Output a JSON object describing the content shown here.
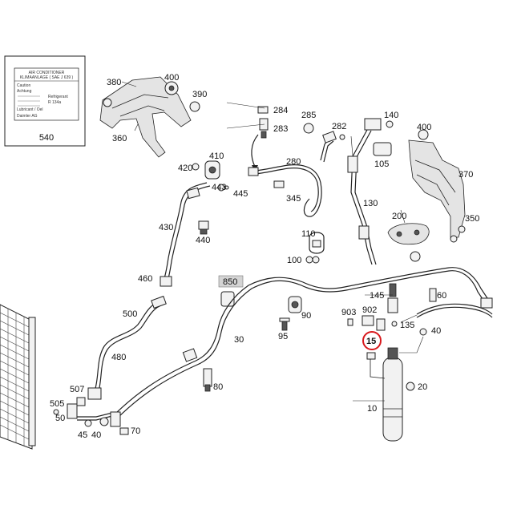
{
  "labels": {
    "p380": "380",
    "p400a": "400",
    "p390": "390",
    "p360": "360",
    "p540": "540",
    "p284": "284",
    "p283": "283",
    "p285": "285",
    "p282": "282",
    "p140": "140",
    "p105": "105",
    "p400b": "400",
    "p370": "370",
    "p280": "280",
    "p410": "410",
    "p420": "420",
    "p443": "443",
    "p445": "445",
    "p345": "345",
    "p430": "430",
    "p440": "440",
    "p130": "130",
    "p200": "200",
    "p350": "350",
    "p110": "110",
    "p100": "100",
    "p850": "850",
    "p460": "460",
    "p145": "145",
    "p60": "60",
    "p500": "500",
    "p903": "903",
    "p902": "902",
    "p90": "90",
    "p135": "135",
    "p40a": "40",
    "p95": "95",
    "p30": "30",
    "p15": "15",
    "p480": "480",
    "p80": "80",
    "p20": "20",
    "p507": "507",
    "p505": "505",
    "p10": "10",
    "p50": "50",
    "p45": "45",
    "p40b": "40",
    "p70": "70"
  },
  "highlighted_part": "15",
  "label_sheet": {
    "title_line1": "AIR CONDITIONER",
    "title_line2": "KLIMAANLAGE ( SAE J 639 )",
    "lines": [
      "Caution",
      "Achtung",
      "Refrigerant",
      "R 134a",
      "Lubricant / Oel",
      "Daimler AG"
    ]
  }
}
